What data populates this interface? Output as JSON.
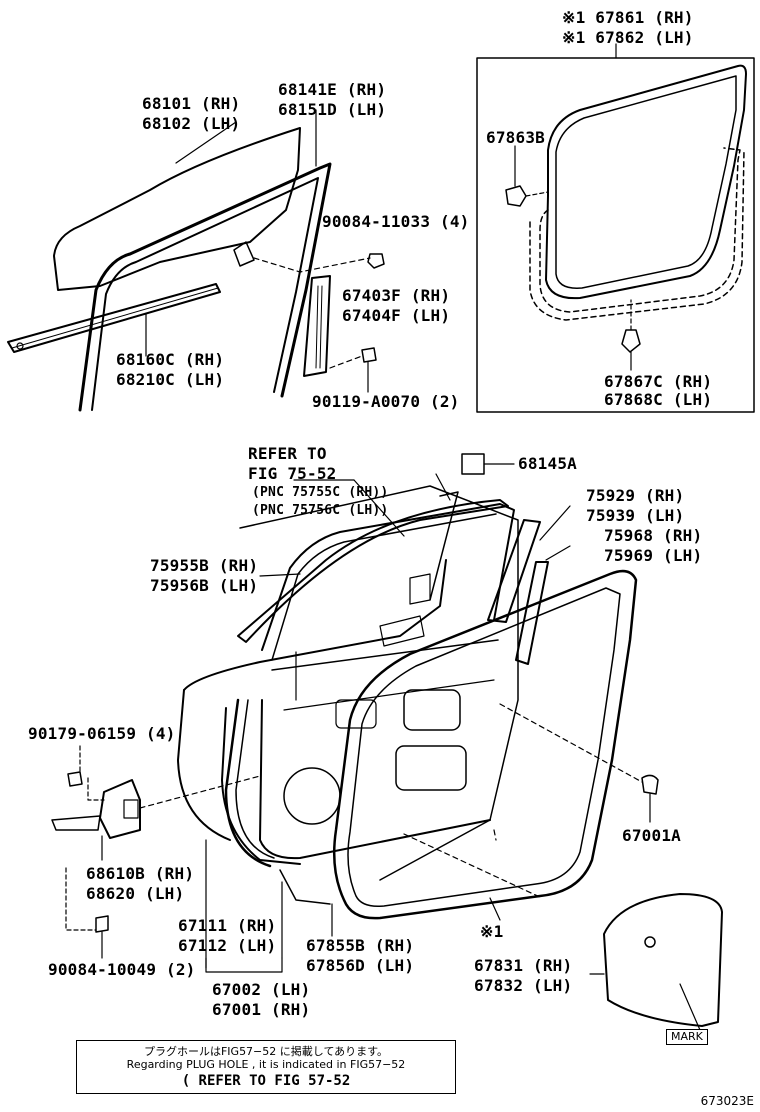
{
  "labels": {
    "l_67861": "※1 67861 (RH)",
    "l_67862": "※1 67862 (LH)",
    "l_67863b": "67863B",
    "l_67867c": "67867C (RH)",
    "l_67868c": "67868C (LH)",
    "l_68101": "68101 (RH)",
    "l_68102": "68102 (LH)",
    "l_68141e": "68141E (RH)",
    "l_68151d": "68151D (LH)",
    "l_90084_11033": "90084-11033 (4)",
    "l_67403f": "67403F (RH)",
    "l_67404f": "67404F (LH)",
    "l_68160c": "68160C (RH)",
    "l_68210c": "68210C (LH)",
    "l_90119": "90119-A0070 (2)",
    "l_refer1": "REFER TO",
    "l_refer2": "FIG 75-52",
    "l_pnc1": "(PNC 75755C (RH))",
    "l_pnc2": "(PNC 75756C (LH))",
    "l_68145a": "68145A",
    "l_75929": "75929 (RH)",
    "l_75939": "75939 (LH)",
    "l_75968": "75968 (RH)",
    "l_75969": "75969 (LH)",
    "l_75955b": "75955B (RH)",
    "l_75956b": "75956B (LH)",
    "l_90179": "90179-06159 (4)",
    "l_67001a": "67001A",
    "l_68610b": "68610B (RH)",
    "l_68620": "68620 (LH)",
    "l_67111": "67111 (RH)",
    "l_67112": "67112 (LH)",
    "l_67855b": "67855B (RH)",
    "l_67856d": "67856D (LH)",
    "l_star1": "※1",
    "l_90084_10049": "90084-10049 (2)",
    "l_67002": "67002 (LH)",
    "l_67001": "67001 (RH)",
    "l_67831": "67831 (RH)",
    "l_67832": "67832 (LH)"
  },
  "note": {
    "jp": "プラグホールはFIG57−52 に掲載してあります。",
    "en": "Regarding PLUG HOLE , it is indicated in FIG57−52",
    "ref": "( REFER TO FIG 57-52"
  },
  "mark_label": "MARK",
  "figure_number": "673023E"
}
